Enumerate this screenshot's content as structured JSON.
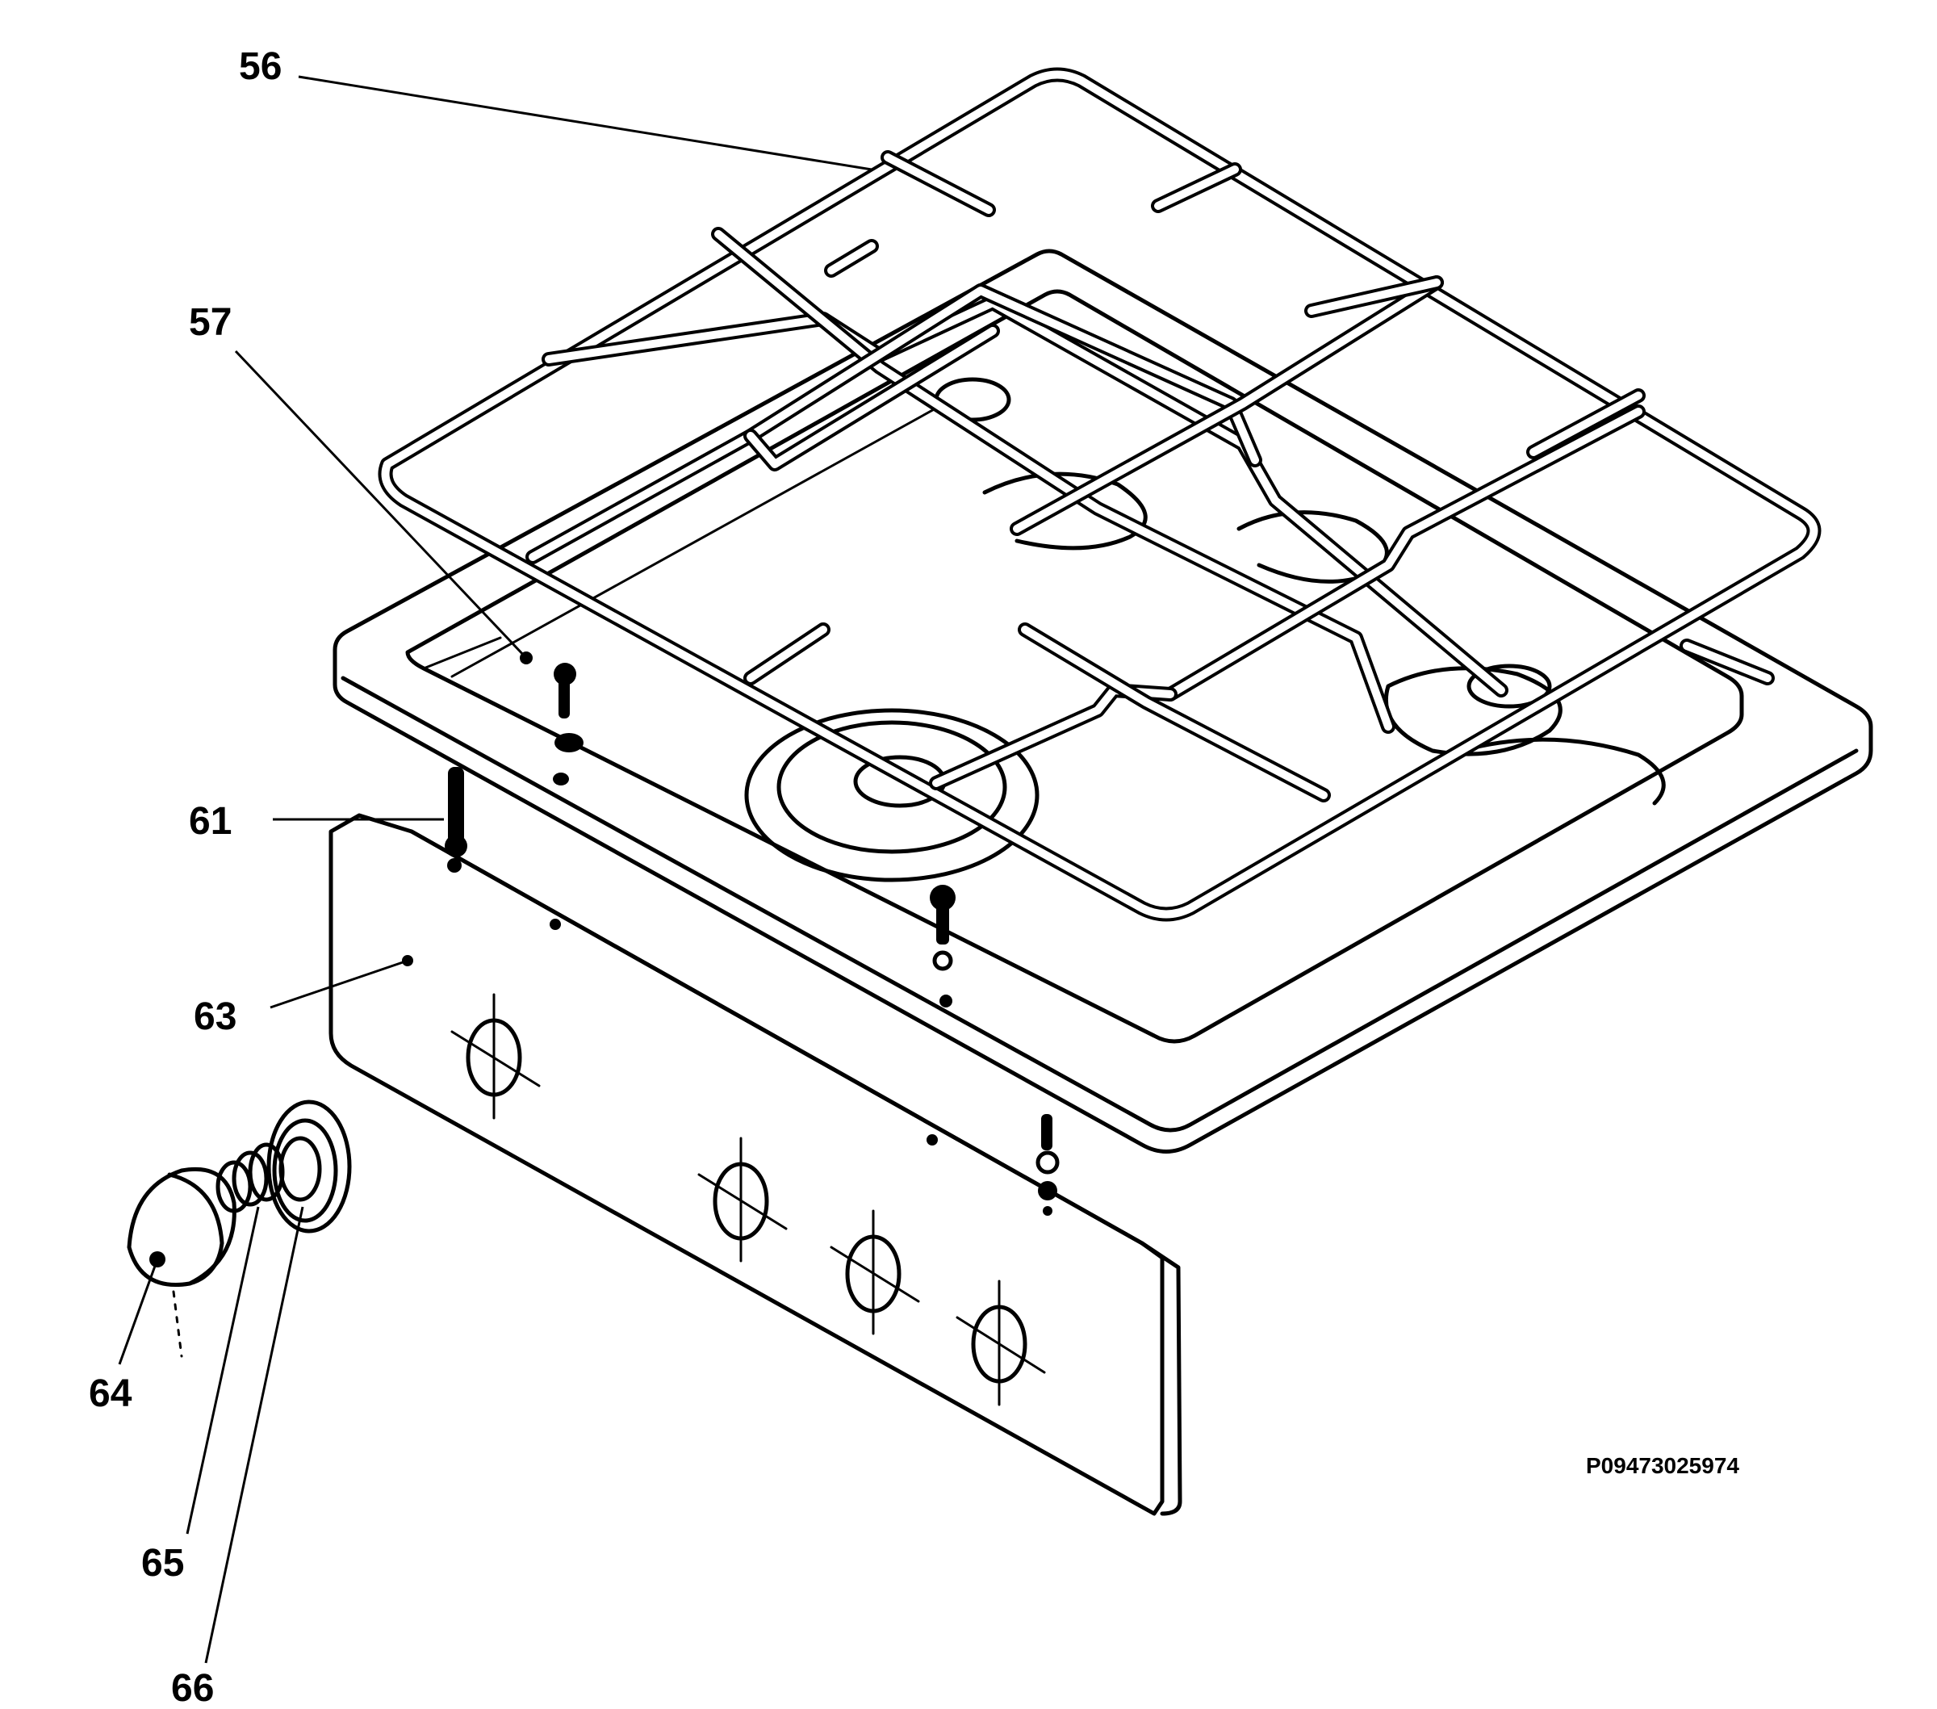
{
  "diagram": {
    "callouts": [
      {
        "id": "56",
        "label": "56"
      },
      {
        "id": "57",
        "label": "57"
      },
      {
        "id": "61",
        "label": "61"
      },
      {
        "id": "63",
        "label": "63"
      },
      {
        "id": "64",
        "label": "64"
      },
      {
        "id": "65",
        "label": "65"
      },
      {
        "id": "66",
        "label": "66"
      }
    ],
    "drawing_code": "P09473025974",
    "parts": [
      {
        "id": "56",
        "name": "pan-support-grid"
      },
      {
        "id": "57",
        "name": "hob-top-plate"
      },
      {
        "id": "61",
        "name": "fixing-screw"
      },
      {
        "id": "63",
        "name": "control-panel"
      },
      {
        "id": "64",
        "name": "control-knob"
      },
      {
        "id": "65",
        "name": "knob-spring"
      },
      {
        "id": "66",
        "name": "knob-bezel"
      }
    ]
  }
}
